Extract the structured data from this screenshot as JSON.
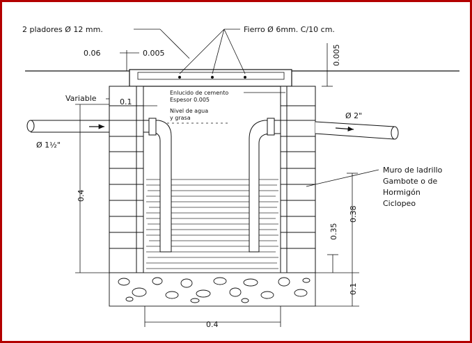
{
  "labels": {
    "pilares": "2 pladores  Ø  12 mm.",
    "fierro": "Fierro Ø  6mm.  C/10  cm.",
    "dim_006": "0.06",
    "dim_0005_top": "0.005",
    "dim_0005_right": "0.005",
    "variable": "Variable",
    "dim_01_left": "0.1",
    "enlucido_1": "Enlucido de cemento",
    "enlucido_2": "Espesor 0.005",
    "nivel_1": "Nivel de agua",
    "nivel_2": "y grasa",
    "pipe_right": "Ø  2\"",
    "pipe_left": "Ø  1½\"",
    "muro_1": "Muro de ladrillo",
    "muro_2": "Gambote o de",
    "muro_3": "Hormigón",
    "muro_4": "Ciclopeo",
    "dim_04_left": "0.4",
    "dim_038": "0.38",
    "dim_035": "0.35",
    "dim_01_bottom": "0.1",
    "dim_04_bottom": "0.4"
  }
}
